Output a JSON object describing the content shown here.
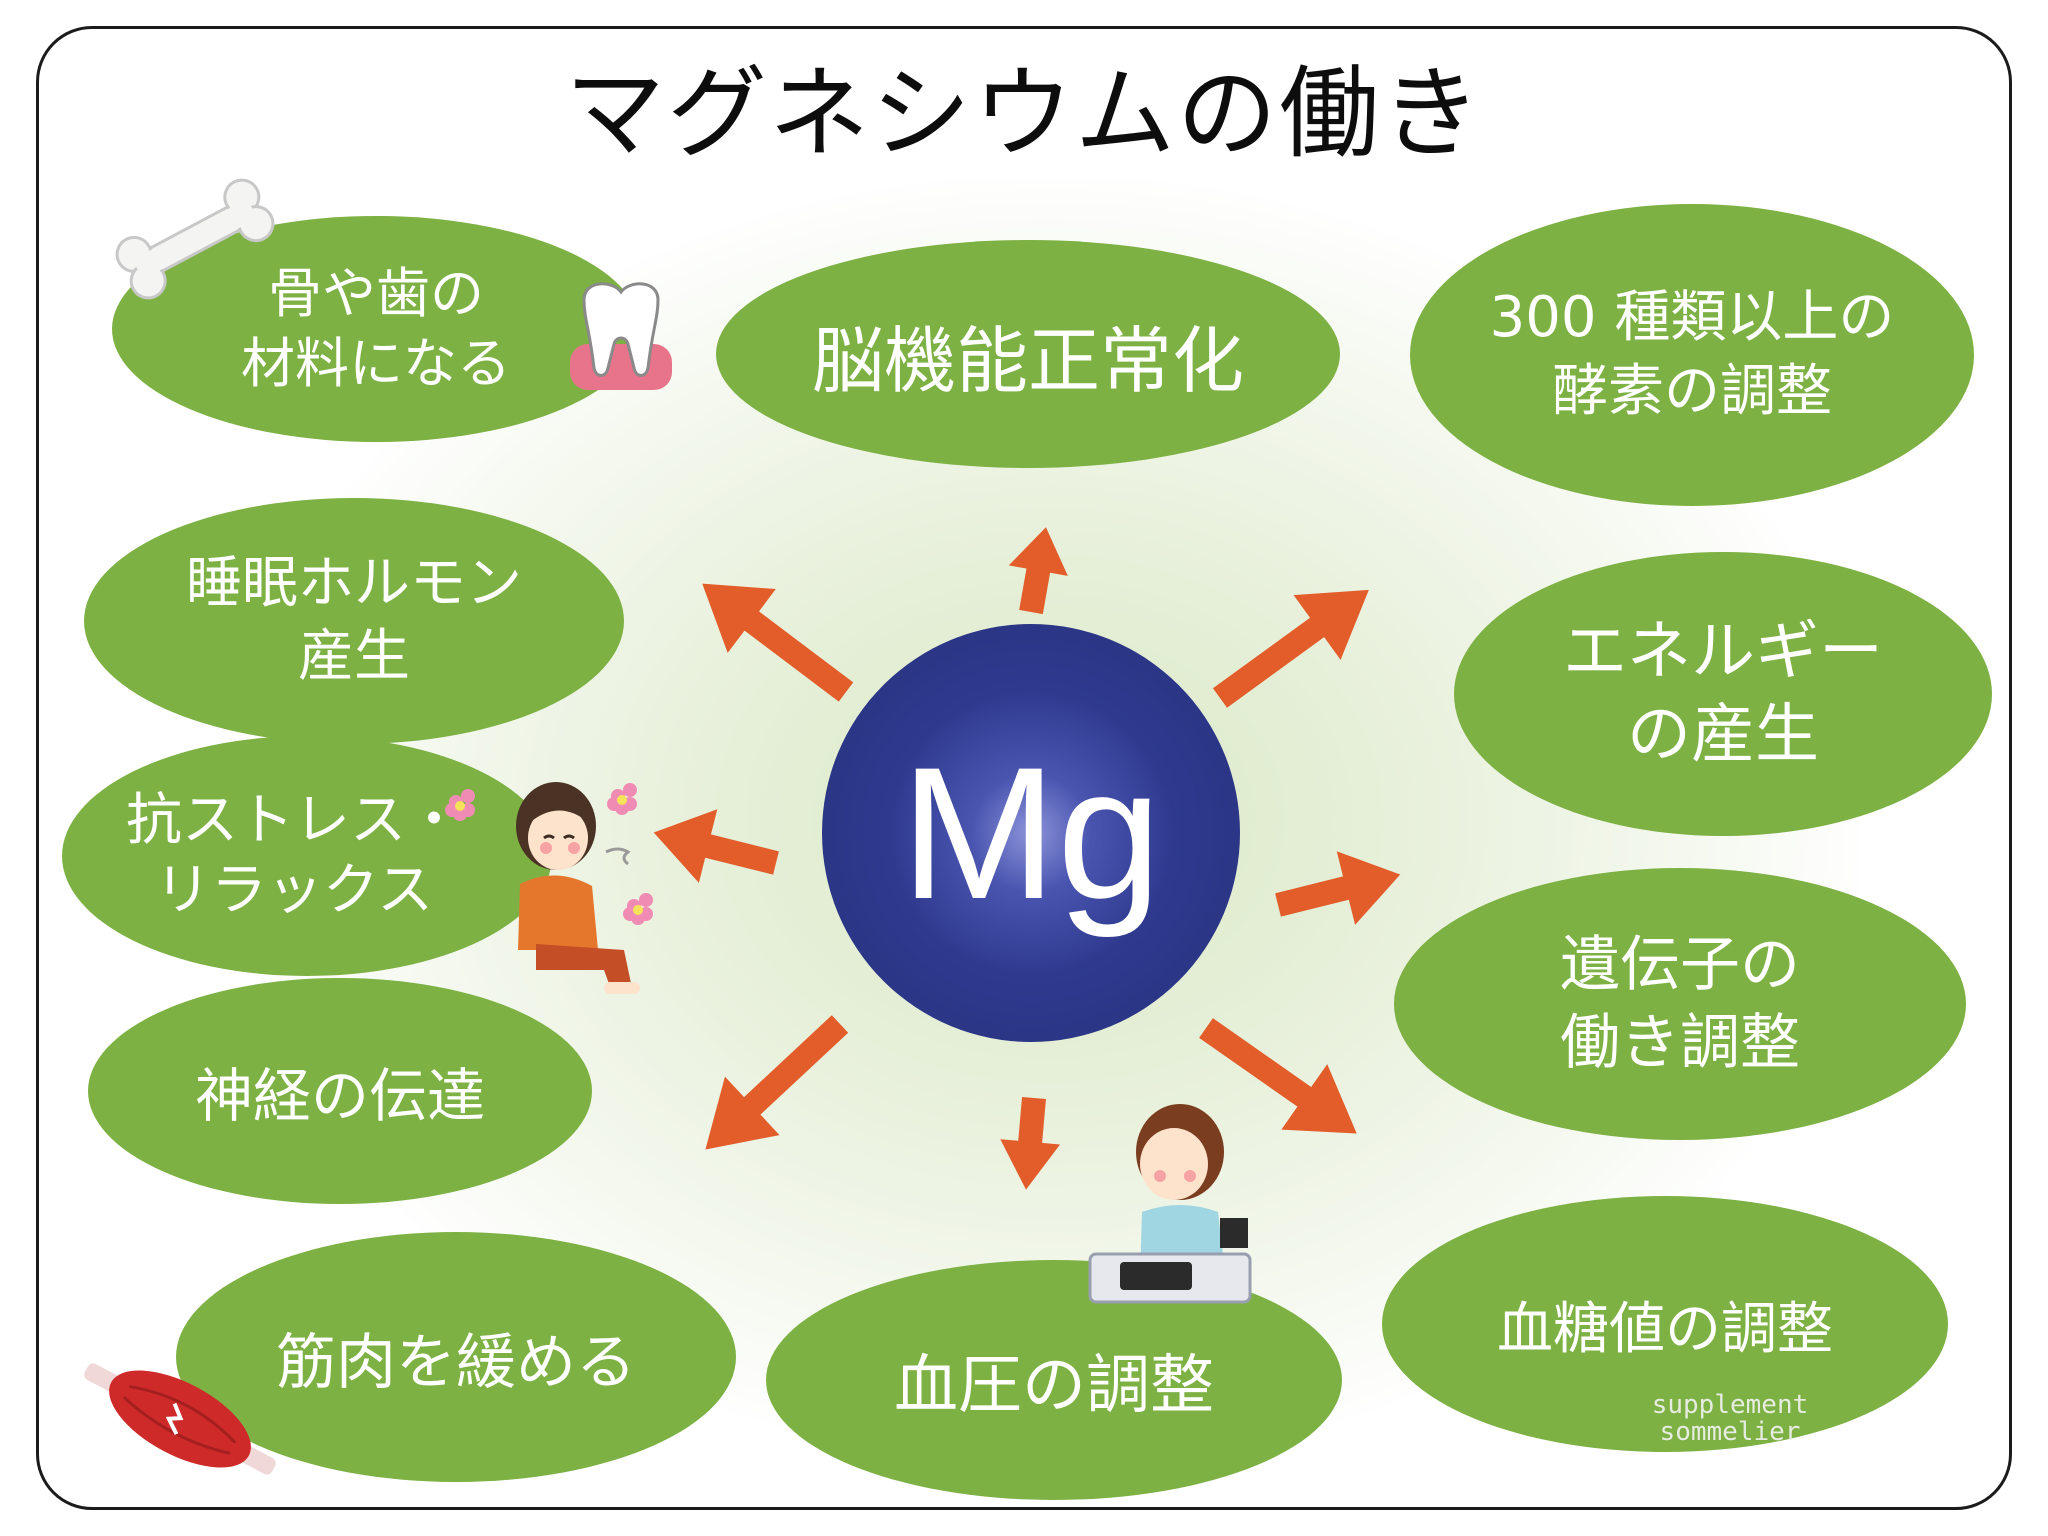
{
  "title": "マグネシウムの働き",
  "center": {
    "symbol": "Mg"
  },
  "functions": {
    "bones_teeth": "骨や歯の\n材料になる",
    "brain": "脳機能正常化",
    "enzymes": "300 種類以上の\n酵素の調整",
    "sleep_hormone": "睡眠ホルモン\n産生",
    "energy": "エネルギー\nの産生",
    "anti_stress": "抗ストレス・\nリラックス",
    "genes": "遺伝子の\n働き調整",
    "nerve": "神経の伝達",
    "muscle": "筋肉を緩める",
    "blood_pressure": "血圧の調整",
    "blood_sugar": "血糖値の調整"
  },
  "watermark": "supplement\nsommelier",
  "colors": {
    "ellipse_green": "#7db143",
    "arrow_orange": "#e25d2a",
    "mg_navy": "#2f3a8f"
  }
}
